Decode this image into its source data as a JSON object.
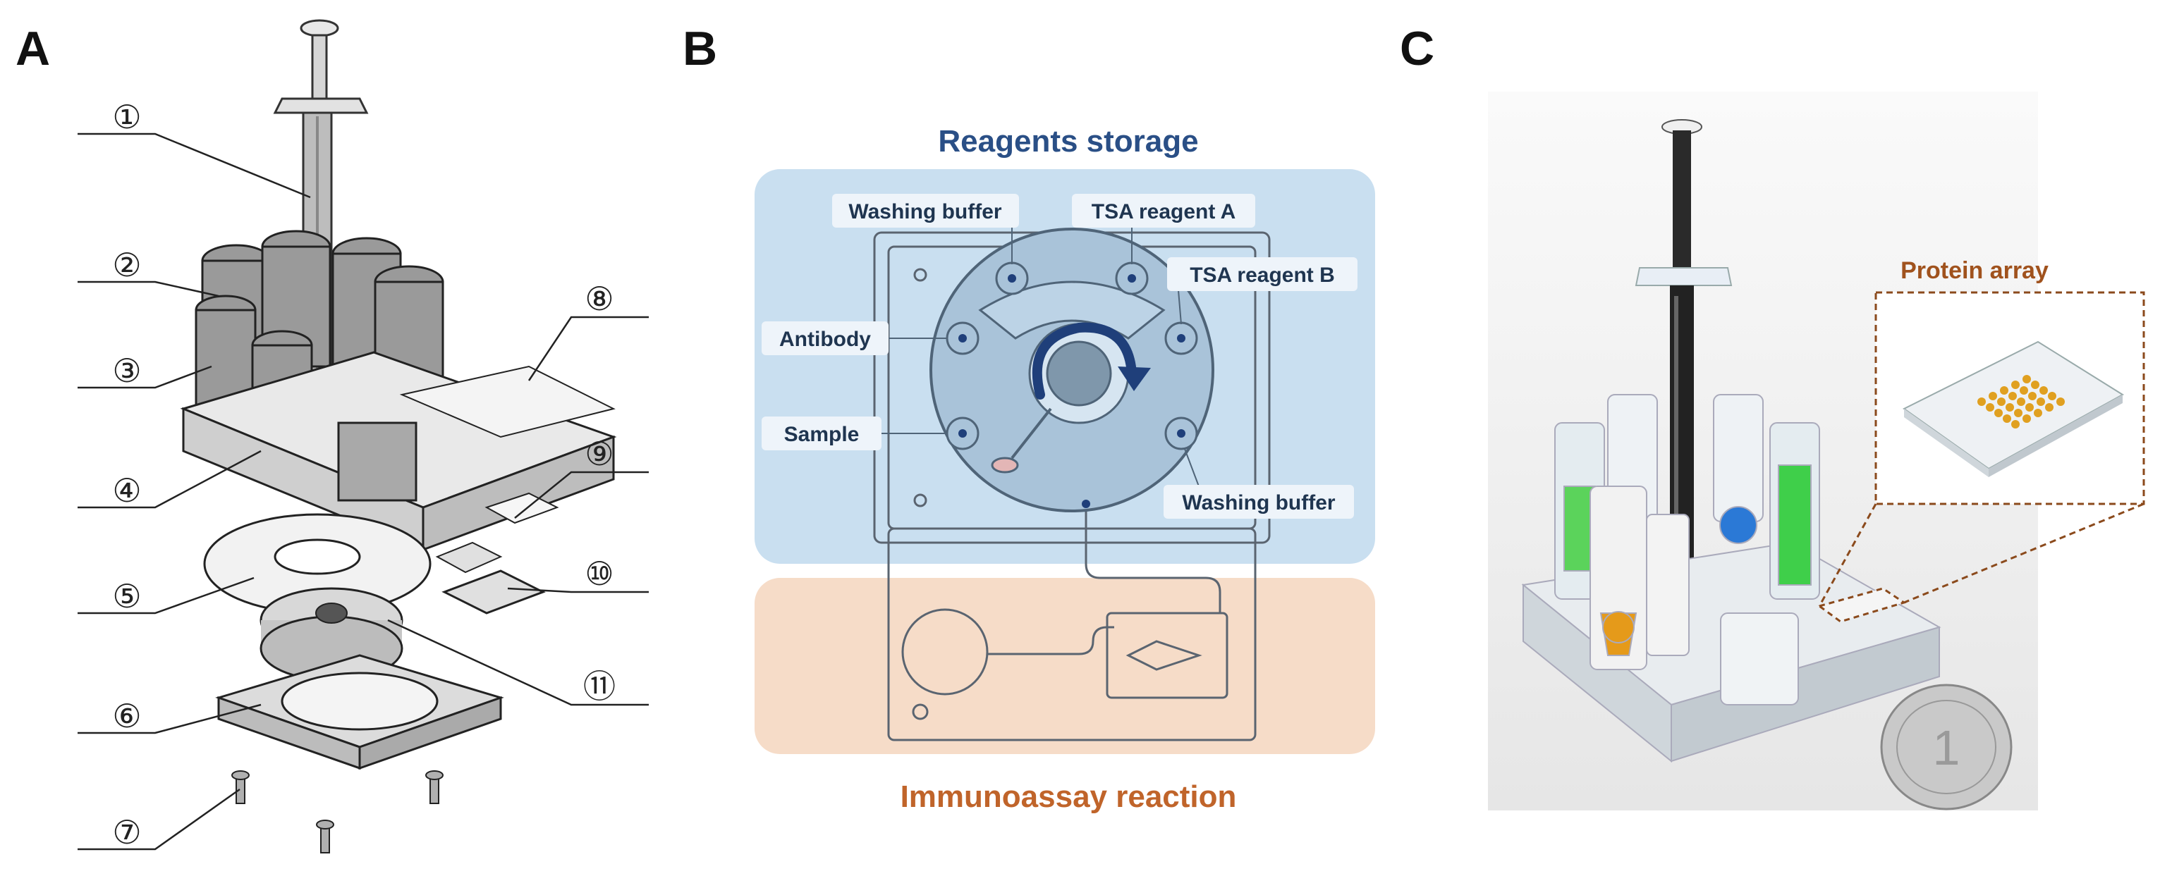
{
  "panels": {
    "a": {
      "letter": "A",
      "callouts": [
        "①",
        "②",
        "③",
        "④",
        "⑤",
        "⑥",
        "⑦",
        "⑧",
        "⑨",
        "⑩",
        "⑪"
      ]
    },
    "b": {
      "letter": "B",
      "title_top": "Reagents storage",
      "title_bottom": "Immunoassay reaction",
      "labels": {
        "washing_buffer_top": "Washing buffer",
        "tsa_a": "TSA reagent A",
        "tsa_b": "TSA reagent B",
        "antibody": "Antibody",
        "sample": "Sample",
        "washing_buffer_bottom": "Washing buffer"
      },
      "colors": {
        "storage_bg": "#c9dff0",
        "reaction_bg": "#f6dcc8",
        "title_blue": "#2a4f86",
        "title_orange": "#c0642a",
        "arrow": "#1f3f7a"
      }
    },
    "c": {
      "letter": "C",
      "inset_label": "Protein array",
      "colors": {
        "inset_label": "#a0521d",
        "dashed": "#8b4a1c"
      }
    }
  }
}
